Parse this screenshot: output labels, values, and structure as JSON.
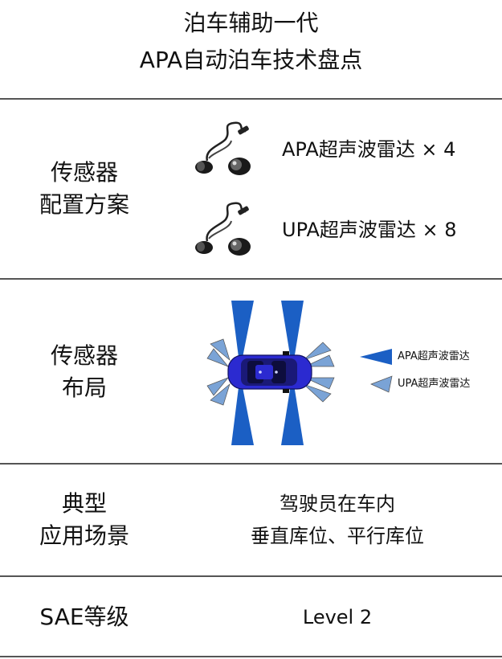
{
  "header": {
    "line1": "泊车辅助一代",
    "line2": "APA自动泊车技术盘点"
  },
  "rows": {
    "sensor_config": {
      "label_line1": "传感器",
      "label_line2": "配置方案",
      "items": [
        {
          "text": "APA超声波雷达 × 4",
          "icon": "ultrasonic-sensor-icon"
        },
        {
          "text": "UPA超声波雷达 × 8",
          "icon": "ultrasonic-sensor-icon"
        }
      ]
    },
    "sensor_layout": {
      "label_line1": "传感器",
      "label_line2": "布局",
      "legend": [
        {
          "text": "APA超声波雷达",
          "color": "#1b5fc4"
        },
        {
          "text": "UPA超声波雷达",
          "color": "#7aa3d6"
        }
      ],
      "car_color": "#2b2ad0"
    },
    "scenario": {
      "label_line1": "典型",
      "label_line2": "应用场景",
      "value_line1": "驾驶员在车内",
      "value_line2": "垂直库位、平行库位"
    },
    "sae": {
      "label": "SAE等级",
      "value": "Level 2"
    }
  }
}
